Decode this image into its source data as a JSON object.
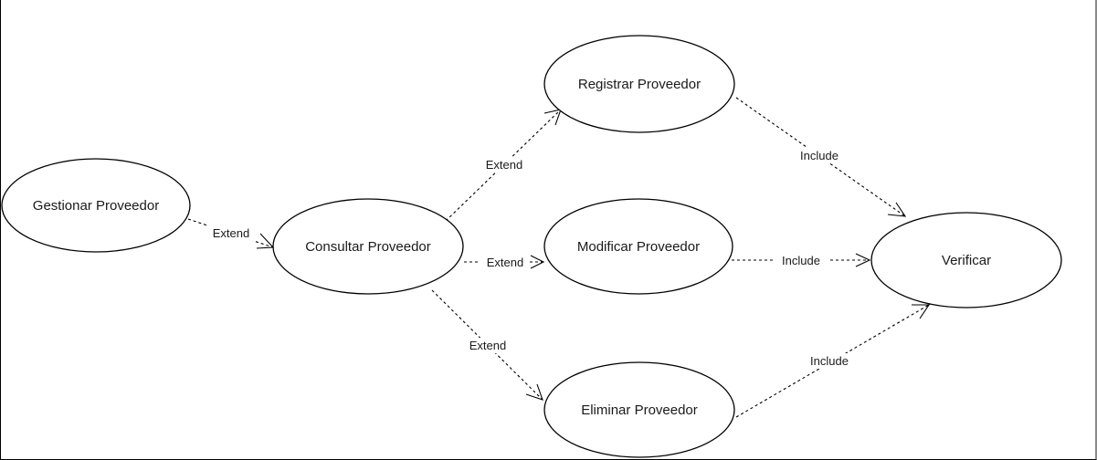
{
  "diagram": {
    "nodes": {
      "gestionar": "Gestionar Proveedor",
      "consultar": "Consultar Proveedor",
      "registrar": "Registrar Proveedor",
      "modificar": "Modificar Proveedor",
      "eliminar": "Eliminar Proveedor",
      "verificar": "Verificar"
    },
    "edges": [
      {
        "from": "gestionar",
        "to": "consultar",
        "label": "Extend"
      },
      {
        "from": "consultar",
        "to": "registrar",
        "label": "Extend"
      },
      {
        "from": "consultar",
        "to": "modificar",
        "label": "Extend"
      },
      {
        "from": "consultar",
        "to": "eliminar",
        "label": "Extend"
      },
      {
        "from": "registrar",
        "to": "verificar",
        "label": "Include"
      },
      {
        "from": "modificar",
        "to": "verificar",
        "label": "Include"
      },
      {
        "from": "eliminar",
        "to": "verificar",
        "label": "Include"
      }
    ]
  }
}
